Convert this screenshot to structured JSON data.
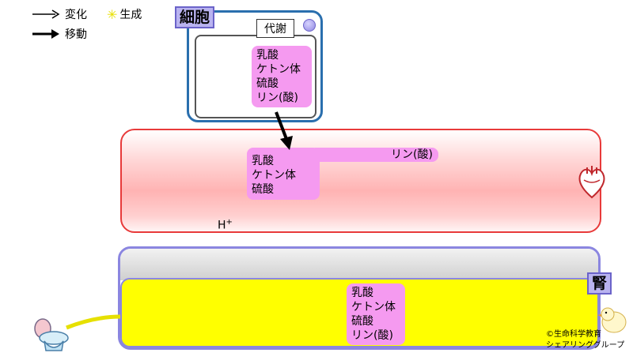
{
  "legend": {
    "change_label": "変化",
    "generate_label": "生成",
    "move_label": "移動"
  },
  "cell": {
    "tag": "細胞",
    "metabolism_label": "代謝",
    "contents": [
      "乳酸",
      "ケトン体",
      "硫酸",
      "リン(酸)"
    ]
  },
  "blood": {
    "contents": [
      "乳酸",
      "ケトン体",
      "硫酸"
    ],
    "phosphate_label": "リン(酸)",
    "hydrogen_label": "H",
    "hydrogen_sup": "+"
  },
  "kidney": {
    "tag": "腎",
    "contents": [
      "乳酸",
      "ケトン体",
      "硫酸",
      "リン(酸)"
    ]
  },
  "copyright": {
    "line1": "©生命科学教育",
    "line2": "シェアリンググループ"
  },
  "colors": {
    "cell_border": "#2a6fae",
    "tag_fill": "#b9b3f0",
    "substance_fill": "#f59af0",
    "blood_border": "#e83a3a",
    "urine_fill": "#ffff00",
    "kidney_border": "#8b86e0"
  }
}
